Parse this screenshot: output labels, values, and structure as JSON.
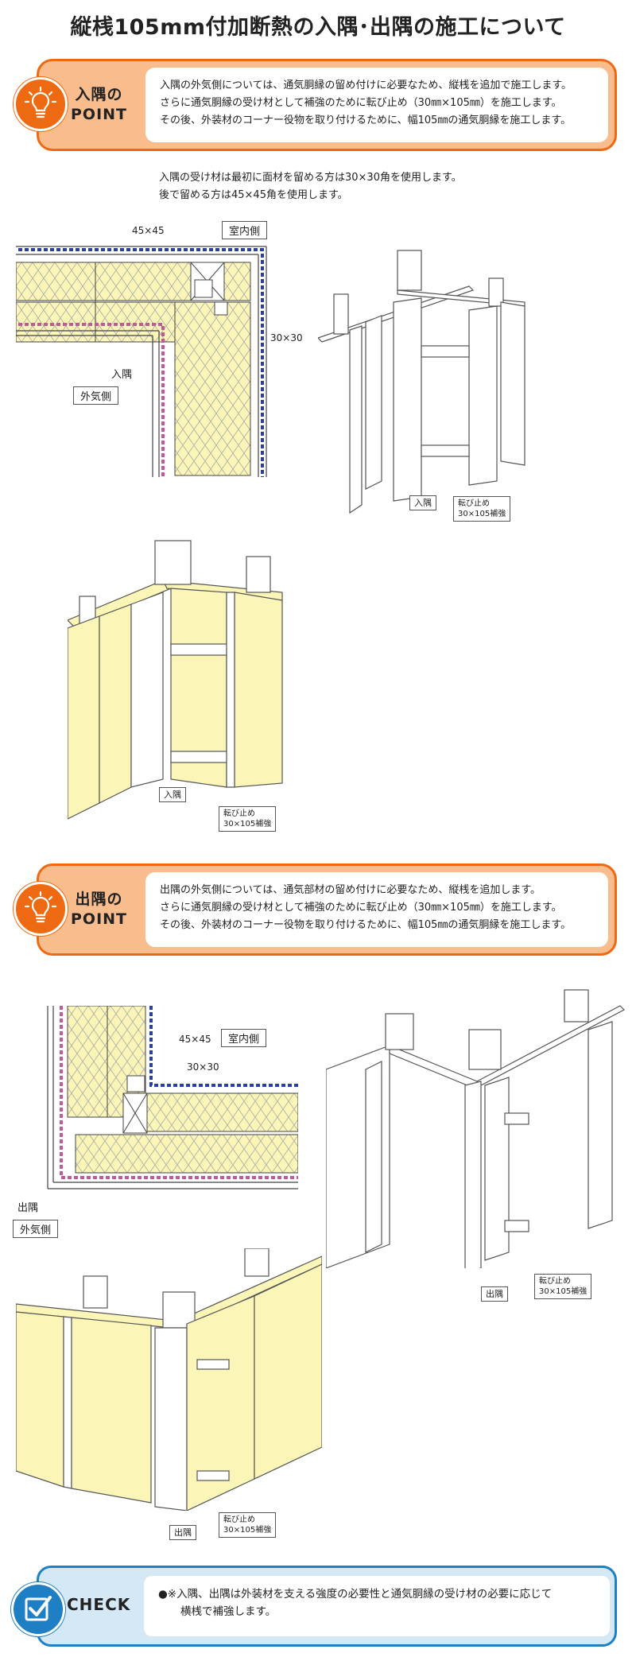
{
  "title": "縦桟105mm付加断熱の入隅･出隅の施工について",
  "irisumi_point": {
    "label_line1": "入隅の",
    "label_line2": "POINT",
    "lines": [
      "入隅の外気側については、通気胴縁の留め付けに必要なため、縦桟を追加で施工します。",
      "さらに通気胴縁の受け材として補強のために転び止め（30㎜×105㎜）を施工します。",
      "その後、外装材のコーナー役物を取り付けるために、幅105㎜の通気胴縁を施工します。"
    ]
  },
  "irisumi_note": {
    "line1": "入隅の受け材は最初に面材を留める方は30×30角を使用します。",
    "line2": "後で留める方は45×45角を使用します。"
  },
  "irisumi_plan": {
    "dim1": "45×45",
    "indoor": "室内側",
    "dim2": "30×30",
    "corner": "入隅",
    "outdoor": "外気側"
  },
  "irisumi_frame": {
    "corner": "入隅",
    "tag_line1": "転び止め",
    "tag_line2": "30×105補強"
  },
  "irisumi_insul": {
    "corner": "入隅",
    "tag_line1": "転び止め",
    "tag_line2": "30×105補強"
  },
  "desumi_point": {
    "label_line1": "出隅の",
    "label_line2": "POINT",
    "lines": [
      "出隅の外気側については、通気部材の留め付けに必要なため、縦桟を追加します。",
      "さらに通気胴縁の受け材として補強のために転び止め（30㎜×105㎜）を施工します。",
      "その後、外装材のコーナー役物を取り付けるために、幅105㎜の通気胴縁を施工します。"
    ]
  },
  "desumi_plan": {
    "dim1": "45×45",
    "indoor": "室内側",
    "dim2": "30×30",
    "corner": "出隅",
    "outdoor": "外気側"
  },
  "desumi_frame": {
    "corner": "出隅",
    "tag_line1": "転び止め",
    "tag_line2": "30×105補強"
  },
  "desumi_insul": {
    "corner": "出隅",
    "tag_line1": "転び止め",
    "tag_line2": "30×105補強"
  },
  "check": {
    "label": "CHECK",
    "line1": "●※入隅、出隅は外装材を支える強度の必要性と通気胴縁の受け材の必要に応じて",
    "line2": "横桟で補強します。"
  },
  "colors": {
    "orange": "#ee6a12",
    "orange_light": "#f8bc8d",
    "blue": "#1f7fc5",
    "blue_light": "#d5e8f6",
    "insulation": "#fbf6b8",
    "dash_blue": "#2a3f9e",
    "dash_pink": "#c0589a"
  }
}
